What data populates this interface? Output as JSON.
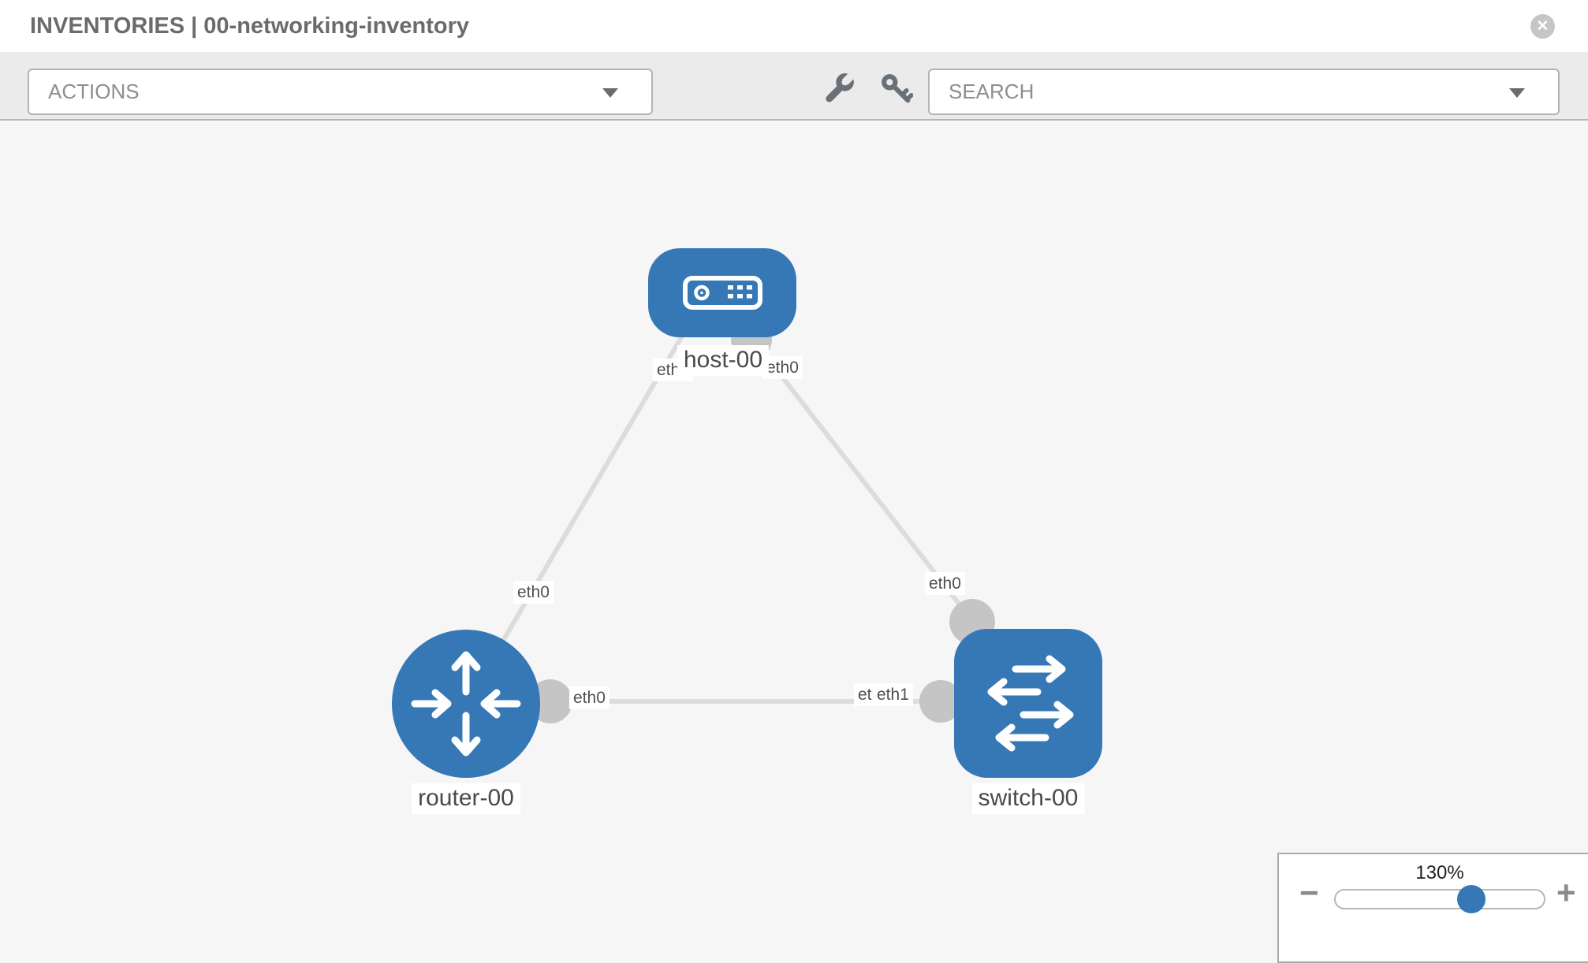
{
  "header": {
    "title": "INVENTORIES | 00-networking-inventory",
    "close_glyph": "✕"
  },
  "toolbar": {
    "actions_label": "ACTIONS",
    "search_label": "SEARCH",
    "icons": [
      "wrench-icon",
      "key-icon"
    ]
  },
  "topology": {
    "nodes": [
      {
        "name": "host-00",
        "type": "host"
      },
      {
        "name": "router-00",
        "type": "router"
      },
      {
        "name": "switch-00",
        "type": "switch"
      }
    ],
    "links": [
      {
        "from": "host-00",
        "to": "router-00",
        "from_if": "eth0",
        "to_if": "eth0"
      },
      {
        "from": "host-00",
        "to": "switch-00",
        "from_if": "eth0",
        "to_if": "eth0"
      },
      {
        "from": "router-00",
        "to": "switch-00",
        "from_if": "eth0",
        "to_if": "eth1"
      }
    ],
    "interface_labels": {
      "host_left": "eth0",
      "host_right": "eth0",
      "host_router_mid": "eth0",
      "host_switch_mid": "eth0",
      "router_switch_left": "eth0",
      "router_switch_right_under": "eth0",
      "router_switch_right_over": "eth1"
    }
  },
  "zoom_control": {
    "value": "130%",
    "minus_glyph": "−",
    "plus_glyph": "+"
  },
  "colors": {
    "node_blue": "#3678b6",
    "interface_gray": "#c5c5c5",
    "link_gray": "#dcdcdc",
    "toolbar_bg": "#ebebeb",
    "canvas_bg": "#f6f6f6"
  }
}
